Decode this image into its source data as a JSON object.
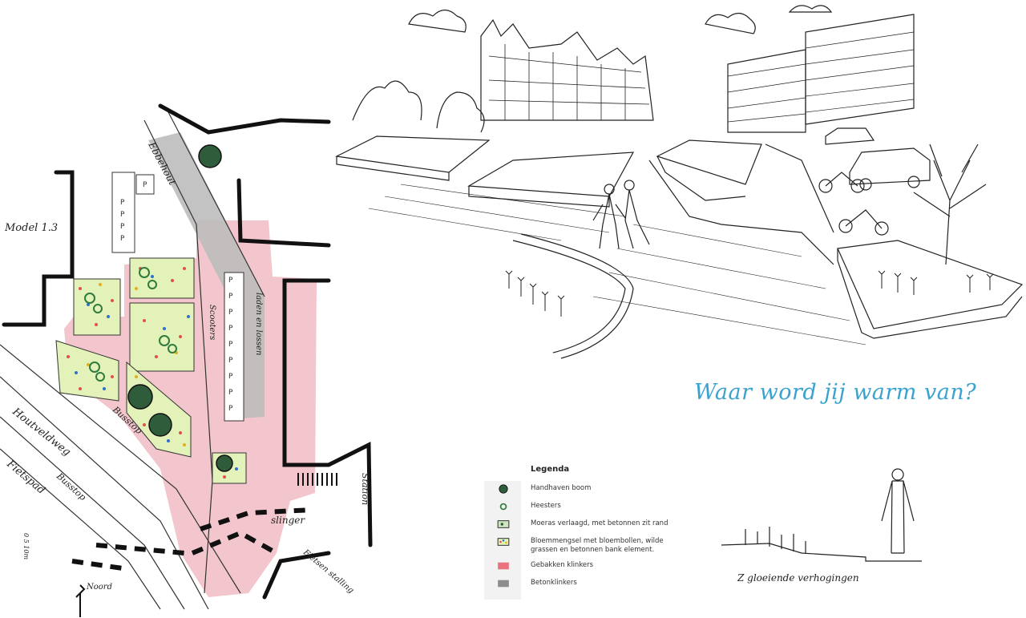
{
  "model_label": "Model 1.3",
  "street_labels": {
    "ebbehout": "Ebbehout",
    "houtveldweg": "Houtveldweg",
    "fietspad": "Fietspad",
    "busstop_1": "Busstop",
    "busstop_2": "Busstop",
    "scooters": "Scooters",
    "laden_lossen": "laden en lossen",
    "slinger": "slinger",
    "station": "Station",
    "fietsenstalling": "Fietsen stalling",
    "noord": "Noord",
    "scale": "0 5 10m"
  },
  "parking_letter": "P",
  "tagline": "Waar word jij warm van?",
  "legend": {
    "title": "Legenda",
    "items": [
      {
        "symbol": "tree",
        "label": "Handhaven boom"
      },
      {
        "symbol": "shrub",
        "label": "Heesters"
      },
      {
        "symbol": "marsh",
        "label": "Moeras verlaagd, met betonnen zit rand"
      },
      {
        "symbol": "flowers",
        "label": "Bloemmengsel met bloembollen, wilde grassen en betonnen bank element."
      },
      {
        "symbol": "red-brick",
        "label": "Gebakken klinkers"
      },
      {
        "symbol": "concrete",
        "label": "Betonklinkers"
      }
    ]
  },
  "section_label": "Z gloeiende verhogingen",
  "colors": {
    "pink_paving": "#f2c6cc",
    "grey_paving": "#bdbdbd",
    "green_bed": "#e3f2b8",
    "tree_green": "#2f5d3c",
    "ink": "#1a1a1a",
    "tagline_blue": "#3aa2cf"
  }
}
